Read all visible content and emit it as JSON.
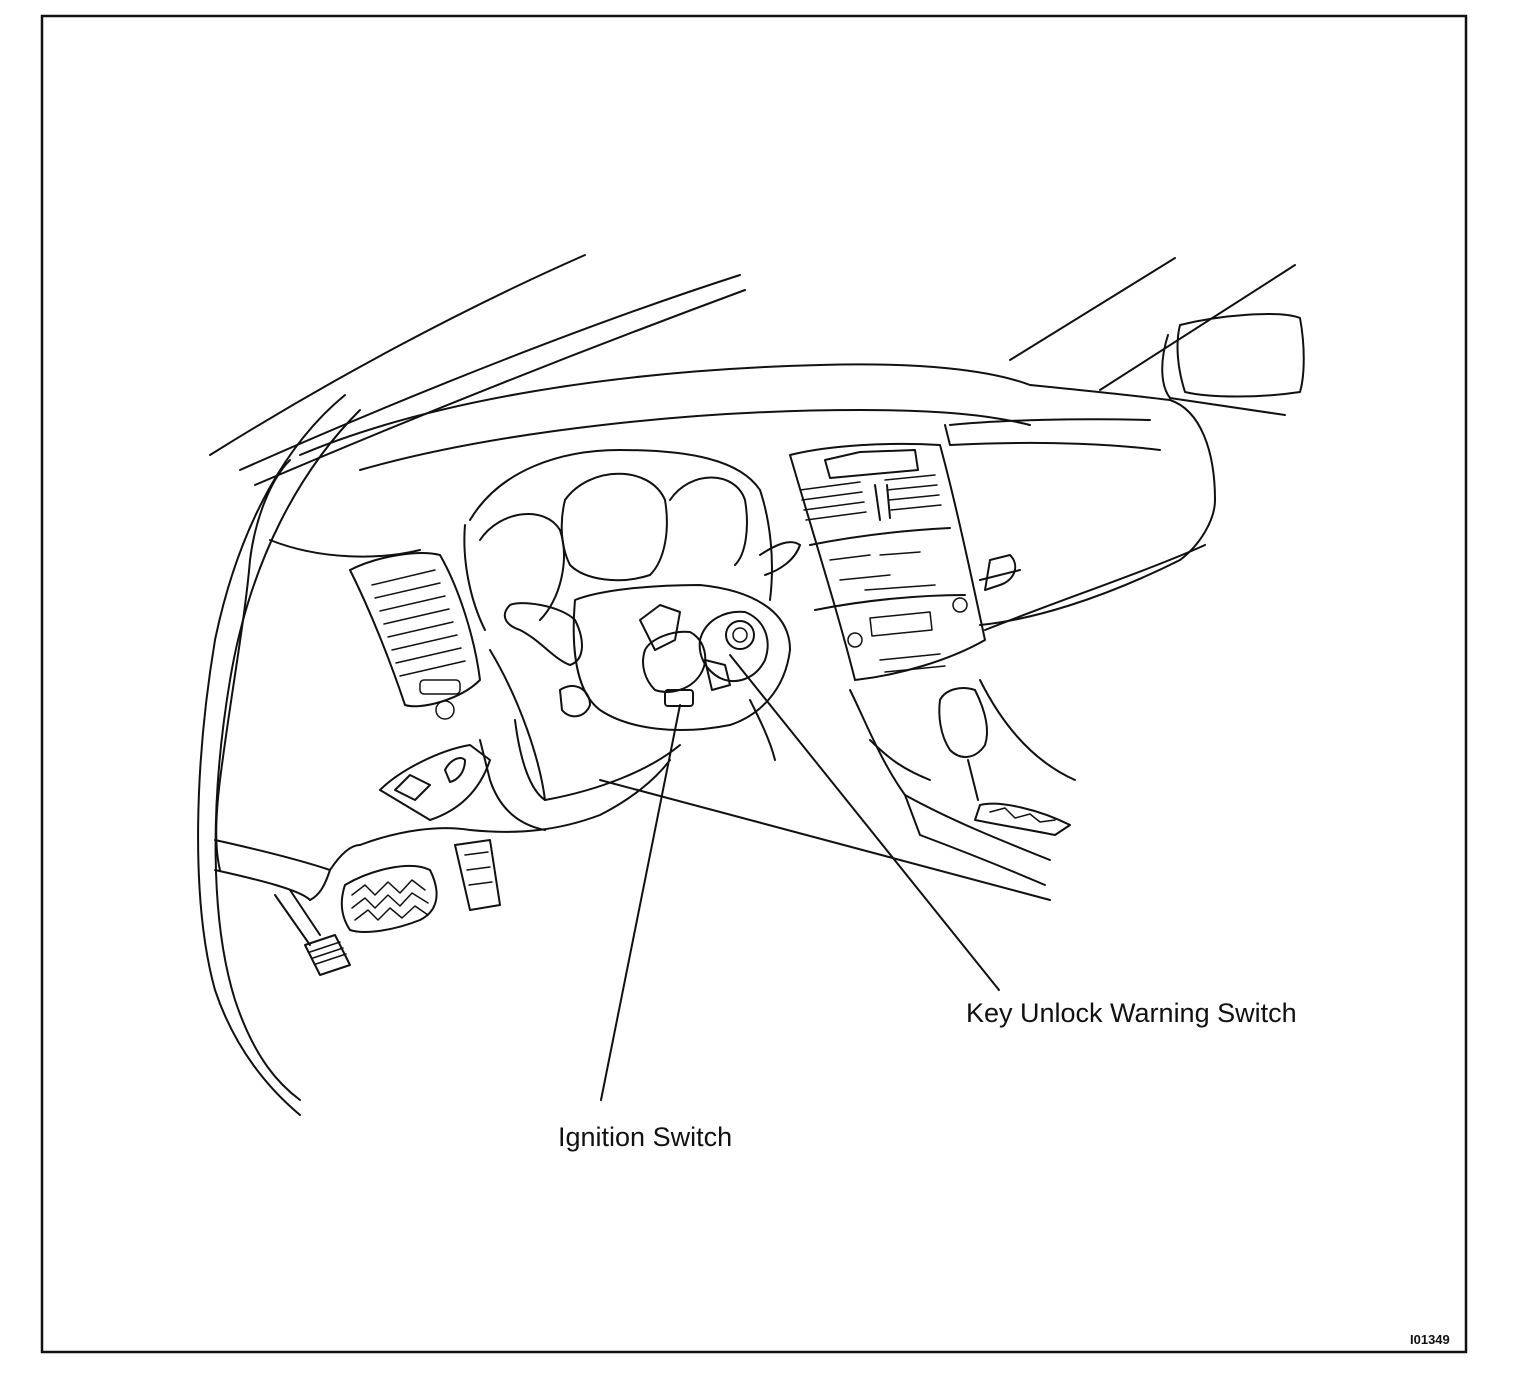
{
  "labels": {
    "key_unlock_warning_switch": "Key Unlock Warning Switch",
    "ignition_switch": "Ignition Switch"
  },
  "figure_code": "I01349"
}
